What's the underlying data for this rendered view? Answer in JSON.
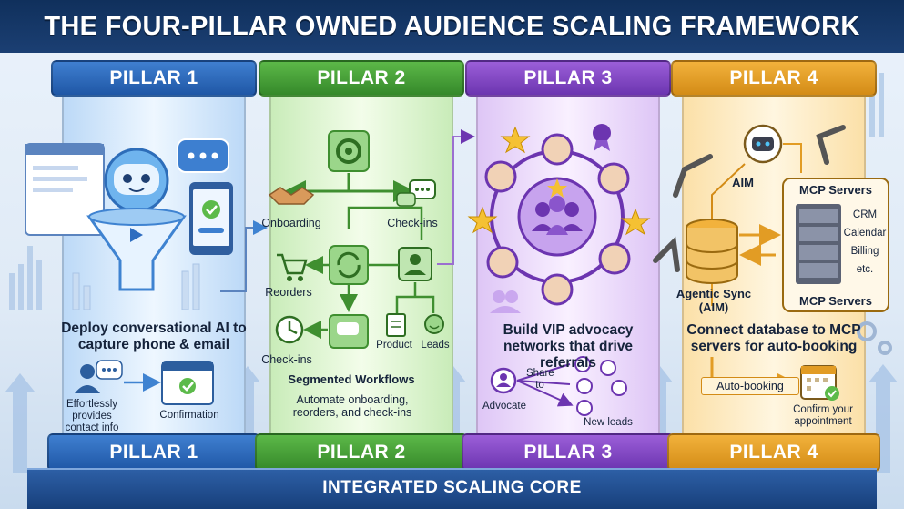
{
  "title": "THE FOUR-PILLAR OWNED AUDIENCE SCALING FRAMEWORK",
  "pillars": [
    {
      "top_label": "PILLAR 1",
      "bottom_label": "PILLAR 1",
      "color": "#2a66b8",
      "description": "Deploy conversational AI to capture phone & email",
      "left_caption": "Effortlessly provides contact info",
      "right_caption": "Confirmation"
    },
    {
      "top_label": "PILLAR 2",
      "bottom_label": "PILLAR 2",
      "color": "#45a033",
      "nodes": [
        "Onboarding",
        "Check-ins",
        "Reorders",
        "Check-ins",
        "Product",
        "Leads"
      ],
      "heading": "Segmented Workflows",
      "description": "Automate onboarding, reorders, and check-ins"
    },
    {
      "top_label": "PILLAR 3",
      "bottom_label": "PILLAR 3",
      "color": "#8148c6",
      "description": "Build VIP advocacy networks that drive referrals",
      "advocate": "Advocate",
      "share_to": "Share to",
      "new_leads": "New leads"
    },
    {
      "top_label": "PILLAR 4",
      "bottom_label": "PILLAR 4",
      "color": "#e29c24",
      "aim": "AIM",
      "sync": "Agentic Sync (AIM)",
      "mcp_top": "MCP Servers",
      "mcp_bottom": "MCP Servers",
      "servers": [
        "CRM",
        "Calendar",
        "Billing",
        "etc."
      ],
      "description": "Connect database to MCP servers for auto-booking",
      "auto_booking": "Auto-booking",
      "confirm": "Confirm your appointment"
    }
  ],
  "base_label": "INTEGRATED SCALING CORE"
}
